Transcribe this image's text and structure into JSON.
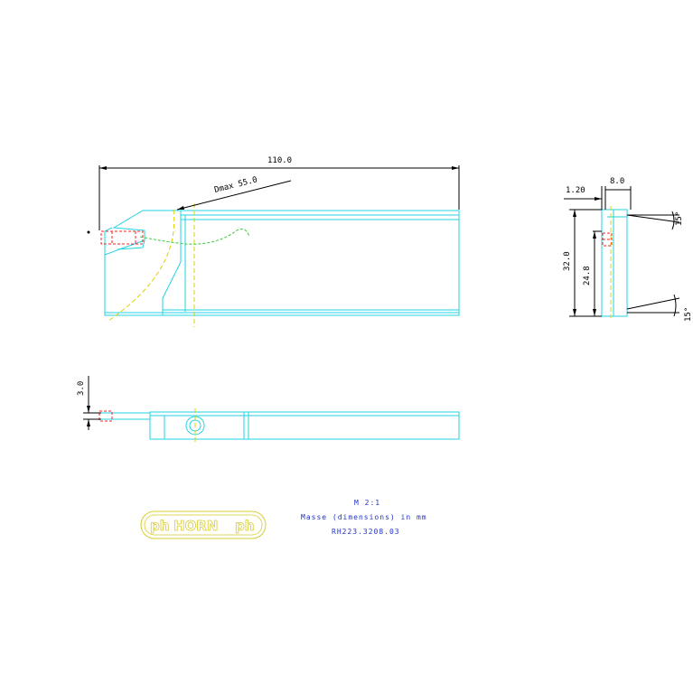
{
  "dimensions": {
    "length": "110.0",
    "dmax": "Dmax 55.0",
    "offset_a": "1.20",
    "width_a": "8.0",
    "height_a": "32.0",
    "height_b": "24.8",
    "angle_top": "15°",
    "angle_bottom": "15°",
    "thickness": "3.0"
  },
  "title_block": {
    "scale": "M 2:1",
    "units": "Masse (dimensions) in mm",
    "part_number": "RH223.3208.03"
  },
  "logo": {
    "text": "HORN",
    "mark_left": "ph",
    "mark_right": "ph"
  },
  "colors": {
    "outline": "#22d3e3",
    "dimension": "#000000",
    "centerline": "#e0d000",
    "insert": "#ff2222",
    "chip": "#33cc33",
    "title_text": "#2233cc"
  }
}
